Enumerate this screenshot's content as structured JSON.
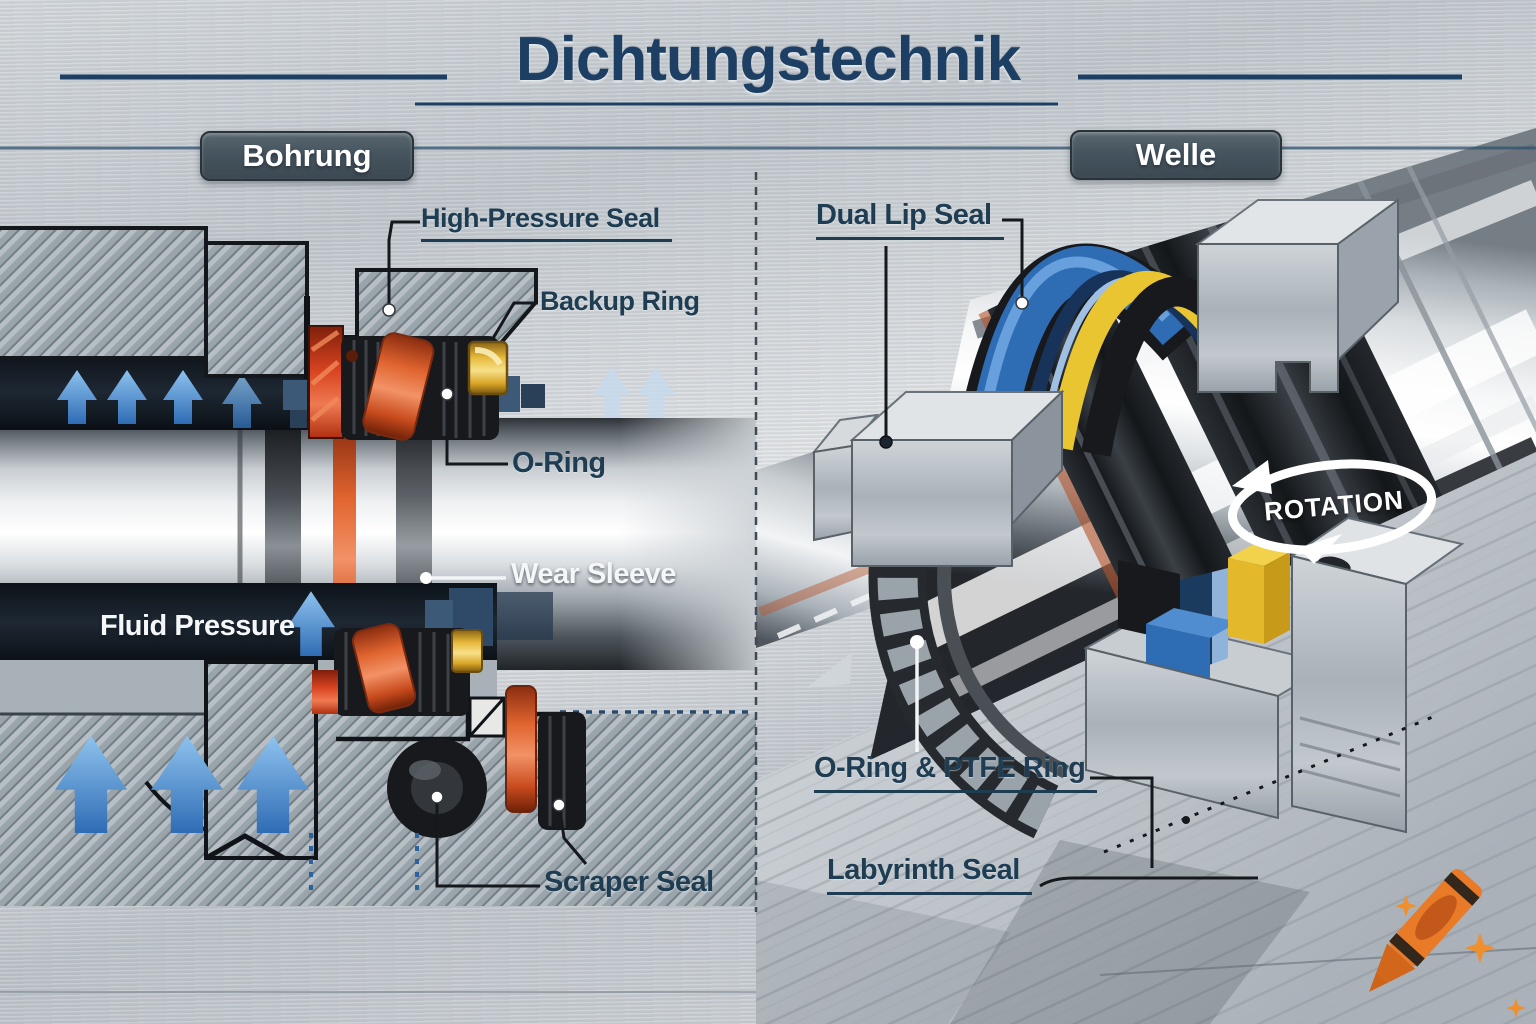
{
  "title": "Dichtungstechnik",
  "sections": {
    "left": "Bohrung",
    "right": "Welle"
  },
  "callouts": {
    "high_pressure_seal": "High-Pressure Seal",
    "backup_ring": "Backup Ring",
    "o_ring": "O-Ring",
    "wear_sleeve": "Wear Sleeve",
    "fluid_pressure": "Fluid Pressure",
    "scraper_seal": "Scraper Seal",
    "dual_lip_seal": "Dual Lip Seal",
    "rotation": "ROTATION",
    "o_ring_ptfe_ring": "O-Ring & PTFE Ring",
    "labyrinth_seal": "Labyrinth Seal"
  },
  "colors": {
    "title_navy": "#1d3f63",
    "label_navy": "#1e3c52",
    "badge_slate": "#46545f",
    "arrow_blue": "#4a8fd4",
    "seal_orange": "#e0642f",
    "seal_red_orange": "#d84320",
    "backup_gold": "#e7b93c",
    "lip_seal_blue": "#2e6cb4",
    "lip_seal_yellow": "#e9c531",
    "seal_black": "#17191c",
    "watermark_orange": "#e87a28"
  },
  "icons": {
    "watermark": "crayon-icon",
    "rotation_indicator": "rotation-arrow-icon",
    "pressure_indicator": "up-arrow-icon"
  }
}
